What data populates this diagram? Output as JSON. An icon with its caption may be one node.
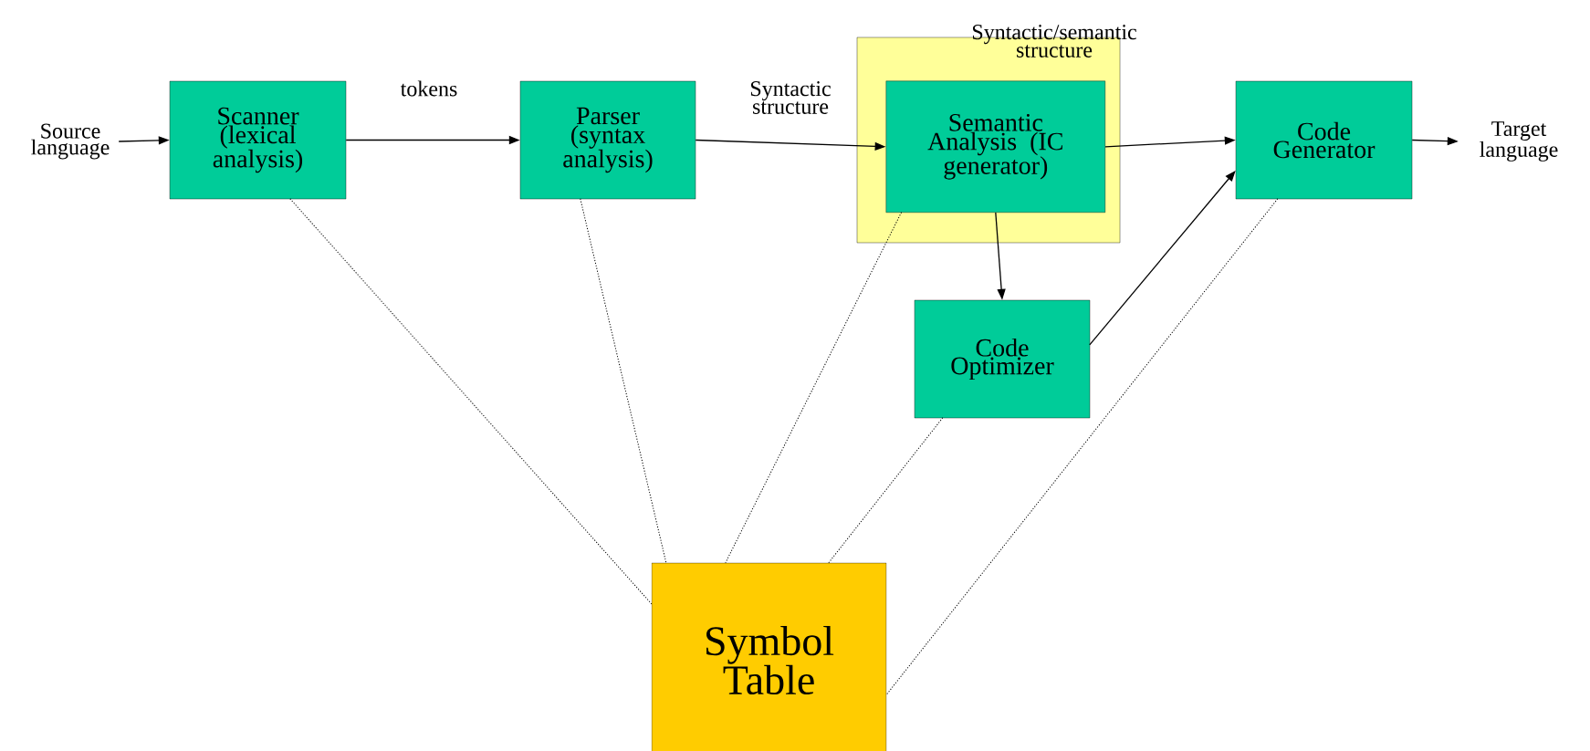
{
  "diagram": {
    "nodes": [
      {
        "text": [
          "Source language"
        ]
      },
      {
        "text": [
          "Scanner (lexical analysis)"
        ]
      },
      {
        "text": [
          "Parser (syntax analysis)"
        ]
      },
      {
        "text": [],
        "shape": "box"
      },
      {
        "text": [
          "Semantic Analysis (IC generator)"
        ],
        "in": 3
      },
      {
        "text": [
          "Code Generator"
        ]
      },
      {
        "text": [
          "Target language"
        ]
      },
      {
        "text": [
          "Code Optimizer"
        ]
      },
      {
        "text": [
          "Symbol Table"
        ]
      }
    ],
    "edges": [
      {
        "from": 0,
        "to": 1,
        "arrow": "to"
      },
      {
        "from": 1,
        "to": 2,
        "arrow": "to",
        "label": "tokens"
      },
      {
        "from": 2,
        "to": 4,
        "arrow": "to",
        "label": "Syntactic structure"
      },
      {
        "from": 4,
        "to": 5,
        "arrow": "to",
        "label": "Syntactic/semantic structure"
      },
      {
        "from": 5,
        "to": 6,
        "arrow": "to"
      },
      {
        "from": 4,
        "to": 7,
        "arrow": "to"
      },
      {
        "from": 7,
        "to": 5,
        "arrow": "to"
      },
      {
        "from": 1,
        "to": 8,
        "arrow": "none",
        "style": "dashed"
      },
      {
        "from": 2,
        "to": 8,
        "arrow": "none",
        "style": "dashed"
      },
      {
        "from": 4,
        "to": 8,
        "arrow": "none",
        "style": "dashed"
      },
      {
        "from": 7,
        "to": 8,
        "arrow": "none",
        "style": "dashed"
      },
      {
        "from": 5,
        "to": 8,
        "arrow": "none",
        "style": "dashed"
      }
    ]
  }
}
